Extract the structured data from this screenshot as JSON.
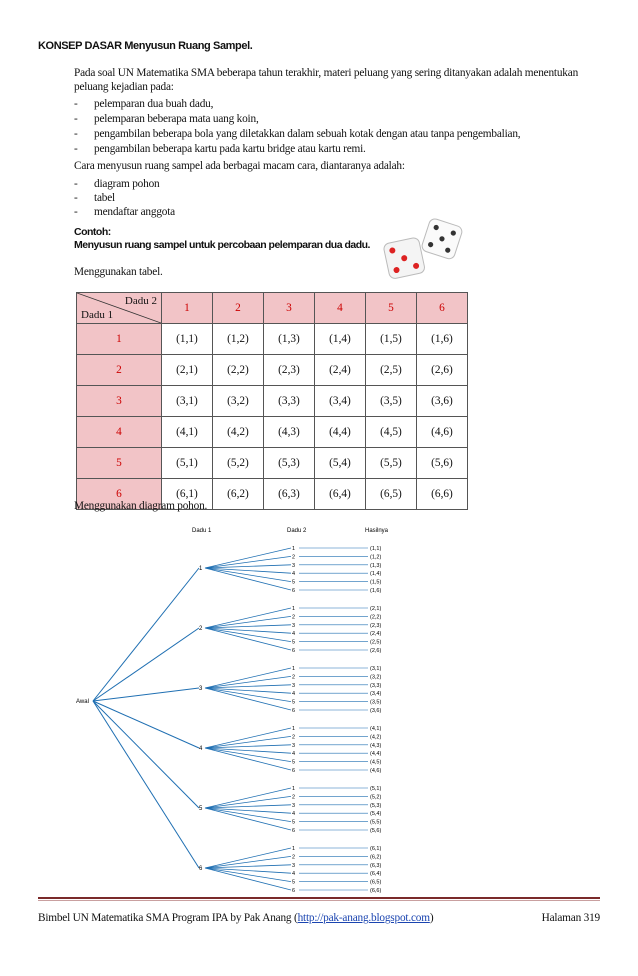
{
  "title": "KONSEP DASAR Menyusun Ruang Sampel.",
  "intro": "Pada soal UN Matematika SMA beberapa tahun terakhir, materi peluang yang sering ditanyakan adalah menentukan peluang kejadian pada:",
  "events": [
    "pelemparan dua buah dadu,",
    "pelemparan beberapa mata uang koin,",
    "pengambilan beberapa bola yang diletakkan dalam sebuah kotak dengan atau tanpa pengembalian,",
    "pengambilan beberapa kartu pada kartu bridge atau kartu remi."
  ],
  "methods_intro": "Cara menyusun ruang sampel ada berbagai macam cara, diantaranya adalah:",
  "methods": [
    "diagram pohon",
    "tabel",
    "mendaftar anggota"
  ],
  "example_label": "Contoh:",
  "example_title": "Menyusun ruang sampel untuk percobaan pelemparan dua dadu.",
  "table_intro": "Menggunakan tabel.",
  "table": {
    "corner_top": "Dadu 2",
    "corner_bottom": "Dadu 1",
    "col_headers": [
      "1",
      "2",
      "3",
      "4",
      "5",
      "6"
    ],
    "row_headers": [
      "1",
      "2",
      "3",
      "4",
      "5",
      "6"
    ],
    "cells": [
      [
        "(1,1)",
        "(1,2)",
        "(1,3)",
        "(1,4)",
        "(1,5)",
        "(1,6)"
      ],
      [
        "(2,1)",
        "(2,2)",
        "(2,3)",
        "(2,4)",
        "(2,5)",
        "(2,6)"
      ],
      [
        "(3,1)",
        "(3,2)",
        "(3,3)",
        "(3,4)",
        "(3,5)",
        "(3,6)"
      ],
      [
        "(4,1)",
        "(4,2)",
        "(4,3)",
        "(4,4)",
        "(4,5)",
        "(4,6)"
      ],
      [
        "(5,1)",
        "(5,2)",
        "(5,3)",
        "(5,4)",
        "(5,5)",
        "(5,6)"
      ],
      [
        "(6,1)",
        "(6,2)",
        "(6,3)",
        "(6,4)",
        "(6,5)",
        "(6,6)"
      ]
    ]
  },
  "tree_intro": "Menggunakan diagram pohon.",
  "tree": {
    "head_dadu1": "Dadu 1",
    "head_dadu2": "Dadu 2",
    "head_result": "Hasilnya",
    "root": "Awal",
    "first": [
      "1",
      "2",
      "3",
      "4",
      "5",
      "6"
    ],
    "second": [
      "1",
      "2",
      "3",
      "4",
      "5",
      "6"
    ],
    "line_color": "#1f6fb2"
  },
  "footer": {
    "left_text": "Bimbel UN Matematika SMA Program IPA by Pak Anang (",
    "link": "http://pak-anang.blogspot.com",
    "left_end": ")",
    "page": "Halaman 319"
  },
  "colors": {
    "header_fill": "#f2c4c7",
    "header_text": "#cc0000",
    "rule": "#7a2a2a"
  }
}
